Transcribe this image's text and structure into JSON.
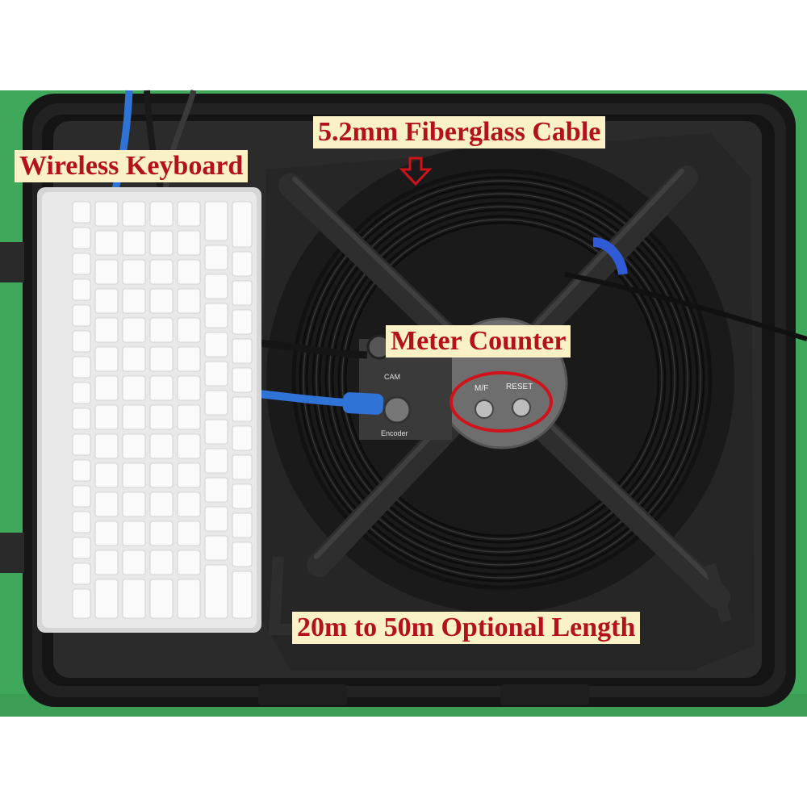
{
  "annotations": {
    "wireless_keyboard": "Wireless Keyboard",
    "fiberglass_cable": "5.2mm Fiberglass Cable",
    "meter_counter": "Meter Counter",
    "optional_length": "20m to 50m Optional Length"
  },
  "device_labels": {
    "cam": "CAM",
    "encoder": "Encoder",
    "mf": "M/F",
    "reset": "RESET"
  },
  "icons": [
    "down-arrow-icon",
    "highlight-ellipse-icon"
  ],
  "colors": {
    "callout_text": "#b3121a",
    "callout_background": "#fbf1c6",
    "case": "#1b1b1b",
    "foam": "#2a2a2a",
    "blue_cable": "#2f73d6",
    "background_green": "#3fa85a"
  }
}
